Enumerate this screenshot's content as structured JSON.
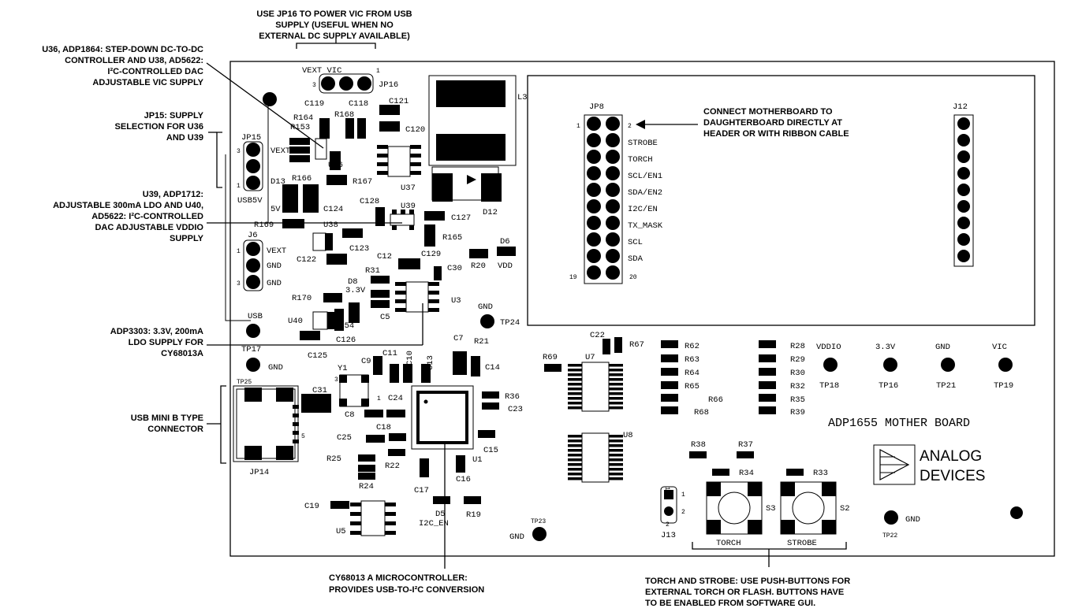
{
  "annotations": {
    "jp16": [
      "USE JP16 TO POWER VIC FROM USB",
      "SUPPLY (USEFUL WHEN NO",
      "EXTERNAL DC SUPPLY AVAILABLE)"
    ],
    "u36": [
      "U36, ADP1864: STEP-DOWN DC-TO-DC",
      "CONTROLLER AND U38, AD5622:",
      "I²C-CONTROLLED DAC",
      "ADJUSTABLE VIC SUPPLY"
    ],
    "jp15": [
      "JP15: SUPPLY",
      "SELECTION FOR U36",
      "AND U39"
    ],
    "u39": [
      "U39, ADP1712:",
      "ADJUSTABLE 300mA LDO AND U40,",
      "AD5622: I²C-CONTROLLED",
      "DAC ADJUSTABLE VDDIO",
      "SUPPLY"
    ],
    "adp3303": [
      "ADP3303: 3.3V, 200mA",
      "LDO SUPPLY FOR",
      "CY68013A"
    ],
    "usb": [
      "USB MINI B TYPE",
      "CONNECTOR"
    ],
    "jp8": [
      "CONNECT MOTHERBOARD TO",
      "DAUGHTERBOARD DIRECTLY AT",
      "HEADER OR WITH RIBBON CABLE"
    ],
    "cy68013": [
      "CY68013 A MICROCONTROLLER:",
      "PROVIDES USB-TO-I²C CONVERSION"
    ],
    "torch": [
      "TORCH AND STROBE: USE PUSH-BUTTONS FOR",
      "EXTERNAL TORCH OR FLASH. BUTTONS HAVE",
      "TO BE ENABLED FROM SOFTWARE GUI."
    ]
  },
  "silkscreen": {
    "vext_vic": "VEXT  VIC",
    "jp16": "JP16",
    "jp16_pin3": "3",
    "jp16_pin1": "1",
    "l3": "L3",
    "jp8": "JP8",
    "jp8_pin1": "1",
    "jp8_pin2": "2",
    "jp8_pin19": "19",
    "jp8_pin20": "20",
    "jp8_signals": [
      "STROBE",
      "TORCH",
      "SCL/EN1",
      "SDA/EN2",
      "I2C/EN",
      "TX_MASK",
      "SCL",
      "SDA"
    ],
    "j12": "J12",
    "c119": "C119",
    "c118": "C118",
    "c121": "C121",
    "r164": "R164",
    "r153": "R153",
    "r168": "R168",
    "c120": "C120",
    "jp15": "JP15",
    "jp15_pin3": "3",
    "jp15_pin1": "1",
    "vext_jp15": "VEXT",
    "usb5v": "USB5V",
    "u36": "U36",
    "r167": "R167",
    "u37": "U37",
    "r166": "R166",
    "d13": "D13",
    "d12": "D12",
    "c124": "C124",
    "fivev": "5V",
    "c128": "C128",
    "u39": "U39",
    "c127": "C127",
    "r169": "R169",
    "u38": "U38",
    "r165": "R165",
    "j6": "J6",
    "j6_pin1": "1",
    "j6_pin3": "3",
    "vext_j6": "VEXT",
    "gnd_j6a": "GND",
    "gnd_j6b": "GND",
    "c123": "C123",
    "c122": "C122",
    "c129": "C129",
    "c12": "C12",
    "c30": "C30",
    "r20": "R20",
    "d6": "D6",
    "vdd": "VDD",
    "r31": "R31",
    "d8": "D8",
    "v33": "3.3V",
    "u3": "U3",
    "r170": "R170",
    "c5": "C5",
    "r154": "R154",
    "u40": "U40",
    "c126": "C126",
    "usb_label": "USB",
    "tp17": "TP17",
    "gnd_tp17": "GND",
    "gnd_tp24": "GND",
    "tp24": "TP24",
    "c125": "C125",
    "c7": "C7",
    "r21": "R21",
    "c11": "C11",
    "c10": "C10",
    "c13": "C13",
    "c9": "C9",
    "c14": "C14",
    "y1": "Y1",
    "y1_pin3": "3",
    "tp25": "TP25",
    "c31": "C31",
    "c24": "C24",
    "c24_pin1": "1",
    "r36": "R36",
    "c23": "C23",
    "c8": "C8",
    "c18": "C18",
    "c25": "C25",
    "c15": "C15",
    "usb_pin5": "5",
    "r25": "R25",
    "r22": "R22",
    "u1": "U1",
    "jp14": "JP14",
    "c16": "C16",
    "r24": "R24",
    "c17": "C17",
    "c19": "C19",
    "d5": "D5",
    "r19": "R19",
    "u5": "U5",
    "i2c_en": "I2C_EN",
    "tp23": "TP23",
    "gnd_tp23": "GND",
    "c22": "C22",
    "r67": "R67",
    "r69": "R69",
    "u7": "U7",
    "u8": "U8",
    "r62": "R62",
    "r63": "R63",
    "r64": "R64",
    "r65": "R65",
    "r66": "R66",
    "r68": "R68",
    "r28": "R28",
    "r29": "R29",
    "r30": "R30",
    "r32": "R32",
    "r35": "R35",
    "r39": "R39",
    "vddio": "VDDIO",
    "v33b": "3.3V",
    "gnd_tp21": "GND",
    "vic": "VIC",
    "tp18": "TP18",
    "tp16": "TP16",
    "tp21": "TP21",
    "tp19": "TP19",
    "board_title": "ADP1655 MOTHER BOARD",
    "brand1": "ANALOG",
    "brand2": "DEVICES",
    "r38": "R38",
    "r37": "R37",
    "r34": "R34",
    "r33": "R33",
    "s3": "S3",
    "s2": "S2",
    "j13": "J13",
    "j13_pin1": "1",
    "j13_pin2": "2",
    "j13_top1": "1",
    "j13_bot2": "2",
    "torch": "TORCH",
    "strobe": "STROBE",
    "tp22": "TP22",
    "gnd_tp22": "GND"
  }
}
